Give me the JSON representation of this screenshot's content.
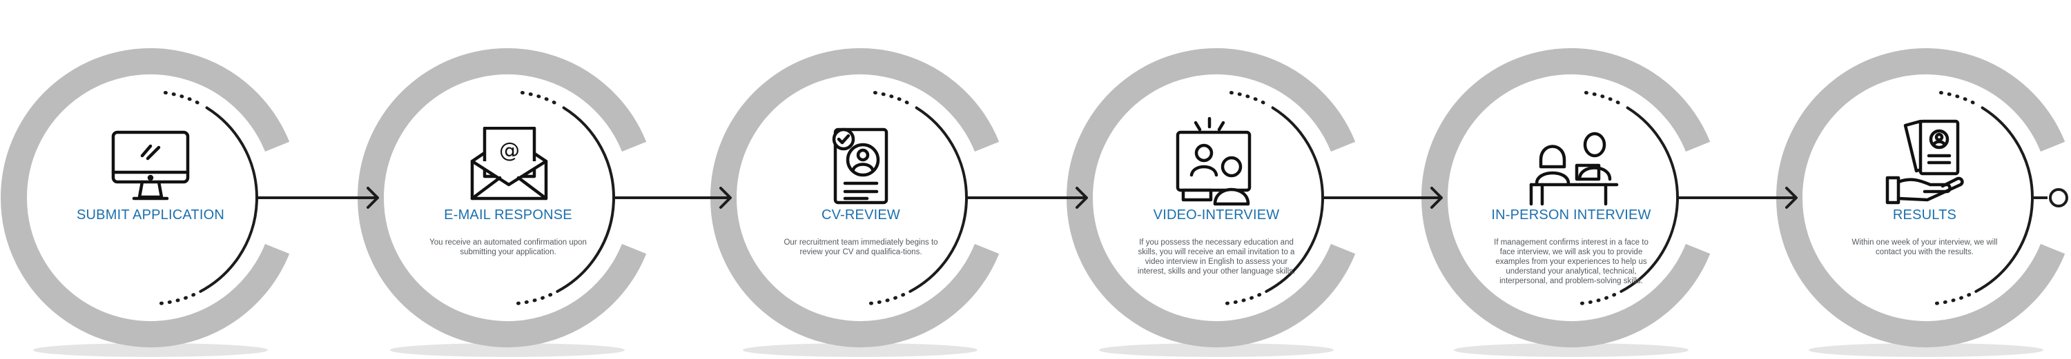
{
  "colors": {
    "ring": "#bcbcbc",
    "ring_shadow": "#d9d9d9",
    "line": "#1c1c1c",
    "title": "#1b6fae",
    "desc": "#555a5e"
  },
  "steps": [
    {
      "title": "SUBMIT APPLICATION",
      "description": "",
      "icon": "monitor-icon"
    },
    {
      "title": "E-MAIL RESPONSE",
      "description": "You receive an automated confirmation upon submitting your application.",
      "icon": "envelope-icon"
    },
    {
      "title": "CV-REVIEW",
      "description": "Our recruitment team immediately begins to review your CV and qualifica-tions.",
      "icon": "cv-document-icon"
    },
    {
      "title": "VIDEO-INTERVIEW",
      "description": "If you possess the necessary education and skills, you will receive an email invitation to a video interview in English to assess your interest, skills and your other language skills.",
      "icon": "video-call-icon"
    },
    {
      "title": "IN-PERSON INTERVIEW",
      "description": "If management confirms interest in a face to face interview, we will ask you to provide examples from your experiences to help us understand your analytical, technical, interpersonal, and problem-solving skills.",
      "icon": "meeting-icon"
    },
    {
      "title": "RESULTS",
      "description": "Within one week of your interview, we will contact you with the results.",
      "icon": "results-icon"
    }
  ]
}
